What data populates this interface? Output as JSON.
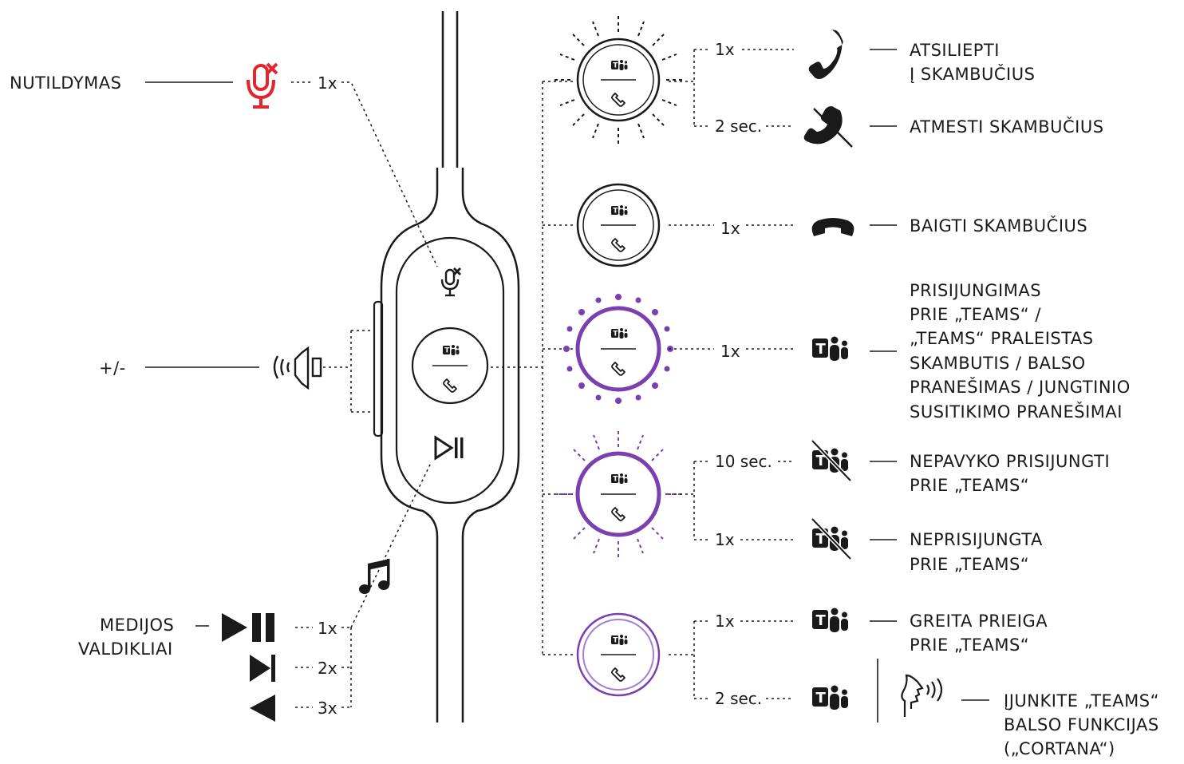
{
  "colors": {
    "ink": "#1a1a1a",
    "mute_red": "#e1262d",
    "teams_purple": "#7b3fb0",
    "teams_purple_light": "#a77fd0"
  },
  "left": {
    "mute": {
      "label": "NUTILDYMAS",
      "count": "1x",
      "icon": "mic-mute-icon"
    },
    "volume": {
      "label": "+/-",
      "icon": "speaker-icon"
    },
    "media": {
      "label_line1": "MEDIJOS",
      "label_line2": "VALDIKLIAI",
      "icon": "music-note-icon",
      "play_pause": {
        "count": "1x",
        "icon": "play-pause-icon"
      },
      "next": {
        "count": "2x",
        "icon": "skip-forward-icon"
      },
      "prev": {
        "count": "3x",
        "icon": "skip-back-icon"
      }
    }
  },
  "right": {
    "answer": {
      "count": "1x",
      "line1": "ATSILIEPTI",
      "line2": "Į SKAMBUČIUS",
      "icon": "phone-icon"
    },
    "reject": {
      "count": "2 sec.",
      "line1": "ATMESTI SKAMBUČIUS",
      "icon": "phone-reject-icon"
    },
    "end": {
      "count": "1x",
      "line1": "BAIGTI SKAMBUČIUS",
      "icon": "hang-up-icon"
    },
    "teams_notify": {
      "count": "1x",
      "line1": "PRISIJUNGIMAS",
      "line2": "PRIE „TEAMS“ /",
      "line3": "„TEAMS“ PRALEISTAS",
      "line4": "SKAMBUTIS / BALSO",
      "line5": "PRANEŠIMAS / JUNGTINIO",
      "line6": "SUSITIKIMO PRANEŠIMAI",
      "icon": "teams-icon"
    },
    "fail": {
      "count": "10 sec.",
      "line1": "NEPAVYKO PRISIJUNGTI",
      "line2": "PRIE „TEAMS“",
      "icon": "teams-off-icon"
    },
    "not_conn": {
      "count": "1x",
      "line1": "NEPRISIJUNGTA",
      "line2": "PRIE „TEAMS“",
      "icon": "teams-off-icon"
    },
    "quick": {
      "count": "1x",
      "line1": "GREITA PRIEIGA",
      "line2": "PRIE „TEAMS“",
      "icon": "teams-icon"
    },
    "voice": {
      "count": "2 sec.",
      "line1": "ĮJUNKITE „TEAMS“",
      "line2": "BALSO FUNKCIJAS",
      "line3": "(„CORTANA“)",
      "icon": "voice-icon"
    }
  }
}
